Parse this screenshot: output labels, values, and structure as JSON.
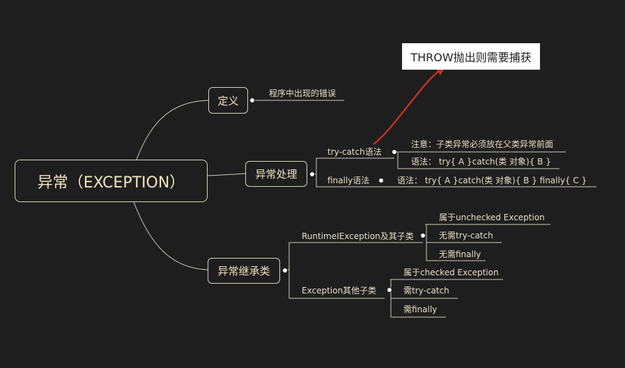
{
  "root": "异常（EXCEPTION）",
  "callout": "THROW抛出则需要捕获",
  "definition": {
    "label": "定义",
    "items": [
      "程序中出现的错误"
    ]
  },
  "handling": {
    "label": "异常处理",
    "try_catch": {
      "label": "try-catch语法",
      "items": [
        "注意：子类异常必须放在父类异常前面",
        "语法： try{  A  }catch(类  对象){  B  }"
      ]
    },
    "finally": {
      "label": "finally语法",
      "items": [
        "语法： try{  A  }catch(类  对象){  B  } finally{  C   }"
      ]
    }
  },
  "inheritance": {
    "label": "异常继承类",
    "runtime": {
      "label": "RuntimeIException及其子类",
      "items": [
        "属于unchecked Exception",
        "无需try-catch",
        "无需finally"
      ]
    },
    "exception": {
      "label": "Exception其他子类",
      "items": [
        "属于checked Exception",
        "需try-catch",
        "需finally"
      ]
    }
  },
  "colors": {
    "background": "#1e1e1e",
    "line": "#cfcabb",
    "text": "#e8dfc6",
    "arrow": "#c0321f"
  }
}
